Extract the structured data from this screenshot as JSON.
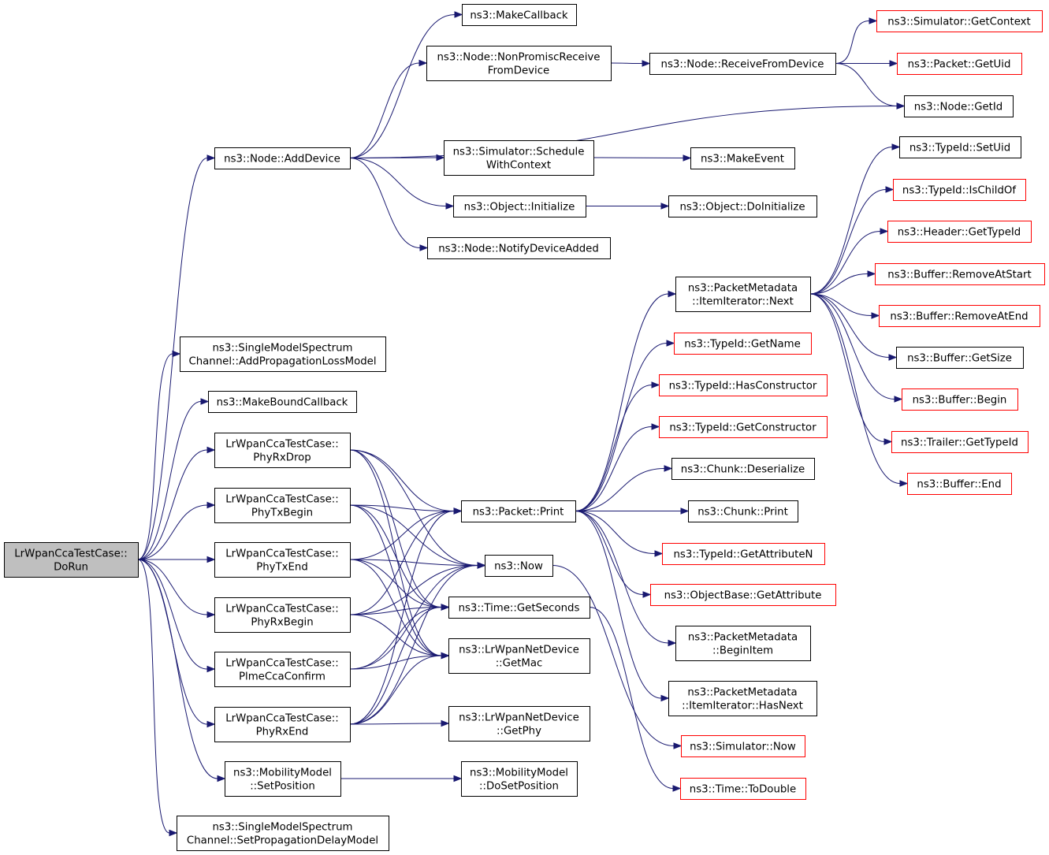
{
  "nodes": {
    "dorun": {
      "lines": [
        "LrWpanCcaTestCase::",
        "DoRun"
      ],
      "style": "root"
    },
    "adddevice": {
      "lines": [
        "ns3::Node::AddDevice"
      ],
      "style": "black"
    },
    "makecallback": {
      "lines": [
        "ns3::MakeCallback"
      ],
      "style": "black"
    },
    "nonpromisc": {
      "lines": [
        "ns3::Node::NonPromiscReceive",
        "FromDevice"
      ],
      "style": "black"
    },
    "receivefromdevice": {
      "lines": [
        "ns3::Node::ReceiveFromDevice"
      ],
      "style": "black"
    },
    "simgetcontext": {
      "lines": [
        "ns3::Simulator::GetContext"
      ],
      "style": "red"
    },
    "packetgetuid": {
      "lines": [
        "ns3::Packet::GetUid"
      ],
      "style": "red"
    },
    "nodegetid": {
      "lines": [
        "ns3::Node::GetId"
      ],
      "style": "black"
    },
    "schedwithctx": {
      "lines": [
        "ns3::Simulator::Schedule",
        "WithContext"
      ],
      "style": "black"
    },
    "makeevent": {
      "lines": [
        "ns3::MakeEvent"
      ],
      "style": "black"
    },
    "objinitialize": {
      "lines": [
        "ns3::Object::Initialize"
      ],
      "style": "black"
    },
    "objdoinitialize": {
      "lines": [
        "ns3::Object::DoInitialize"
      ],
      "style": "black"
    },
    "notifydeviceadded": {
      "lines": [
        "ns3::Node::NotifyDeviceAdded"
      ],
      "style": "black"
    },
    "addproploss": {
      "lines": [
        "ns3::SingleModelSpectrum",
        "Channel::AddPropagationLossModel"
      ],
      "style": "black"
    },
    "makeboundcallback": {
      "lines": [
        "ns3::MakeBoundCallback"
      ],
      "style": "black"
    },
    "phyrxdrop": {
      "lines": [
        "LrWpanCcaTestCase::",
        "PhyRxDrop"
      ],
      "style": "black"
    },
    "phytxbegin": {
      "lines": [
        "LrWpanCcaTestCase::",
        "PhyTxBegin"
      ],
      "style": "black"
    },
    "phytxend": {
      "lines": [
        "LrWpanCcaTestCase::",
        "PhyTxEnd"
      ],
      "style": "black"
    },
    "phyrxbegin": {
      "lines": [
        "LrWpanCcaTestCase::",
        "PhyRxBegin"
      ],
      "style": "black"
    },
    "plmecca": {
      "lines": [
        "LrWpanCcaTestCase::",
        "PlmeCcaConfirm"
      ],
      "style": "black"
    },
    "phyrxend": {
      "lines": [
        "LrWpanCcaTestCase::",
        "PhyRxEnd"
      ],
      "style": "black"
    },
    "setposition": {
      "lines": [
        "ns3::MobilityModel",
        "::SetPosition"
      ],
      "style": "black"
    },
    "setpropdelay": {
      "lines": [
        "ns3::SingleModelSpectrum",
        "Channel::SetPropagationDelayModel"
      ],
      "style": "black"
    },
    "packetprint": {
      "lines": [
        "ns3::Packet::Print"
      ],
      "style": "black"
    },
    "now": {
      "lines": [
        "ns3::Now"
      ],
      "style": "black"
    },
    "getseconds": {
      "lines": [
        "ns3::Time::GetSeconds"
      ],
      "style": "black"
    },
    "getmac": {
      "lines": [
        "ns3::LrWpanNetDevice",
        "::GetMac"
      ],
      "style": "black"
    },
    "getphy": {
      "lines": [
        "ns3::LrWpanNetDevice",
        "::GetPhy"
      ],
      "style": "black"
    },
    "dosetposition": {
      "lines": [
        "ns3::MobilityModel",
        "::DoSetPosition"
      ],
      "style": "black"
    },
    "pmnext": {
      "lines": [
        "ns3::PacketMetadata",
        "::ItemIterator::Next"
      ],
      "style": "black"
    },
    "typeidgetname": {
      "lines": [
        "ns3::TypeId::GetName"
      ],
      "style": "red"
    },
    "hasconstructor": {
      "lines": [
        "ns3::TypeId::HasConstructor"
      ],
      "style": "red"
    },
    "getconstructor": {
      "lines": [
        "ns3::TypeId::GetConstructor"
      ],
      "style": "red"
    },
    "chunkdeser": {
      "lines": [
        "ns3::Chunk::Deserialize"
      ],
      "style": "black"
    },
    "chunkprint": {
      "lines": [
        "ns3::Chunk::Print"
      ],
      "style": "black"
    },
    "getattrn": {
      "lines": [
        "ns3::TypeId::GetAttributeN"
      ],
      "style": "red"
    },
    "objbasegetattr": {
      "lines": [
        "ns3::ObjectBase::GetAttribute"
      ],
      "style": "red"
    },
    "pmbeginitem": {
      "lines": [
        "ns3::PacketMetadata",
        "::BeginItem"
      ],
      "style": "black"
    },
    "pmhasnext": {
      "lines": [
        "ns3::PacketMetadata",
        "::ItemIterator::HasNext"
      ],
      "style": "black"
    },
    "simnow": {
      "lines": [
        "ns3::Simulator::Now"
      ],
      "style": "red"
    },
    "todouble": {
      "lines": [
        "ns3::Time::ToDouble"
      ],
      "style": "red"
    },
    "setuid": {
      "lines": [
        "ns3::TypeId::SetUid"
      ],
      "style": "black"
    },
    "ischildof": {
      "lines": [
        "ns3::TypeId::IsChildOf"
      ],
      "style": "red"
    },
    "headergettypeid": {
      "lines": [
        "ns3::Header::GetTypeId"
      ],
      "style": "red"
    },
    "removeatstart": {
      "lines": [
        "ns3::Buffer::RemoveAtStart"
      ],
      "style": "red"
    },
    "removeatend": {
      "lines": [
        "ns3::Buffer::RemoveAtEnd"
      ],
      "style": "red"
    },
    "buffergetsize": {
      "lines": [
        "ns3::Buffer::GetSize"
      ],
      "style": "black"
    },
    "bufferbegin": {
      "lines": [
        "ns3::Buffer::Begin"
      ],
      "style": "red"
    },
    "trailergettypeid": {
      "lines": [
        "ns3::Trailer::GetTypeId"
      ],
      "style": "red"
    },
    "bufferend": {
      "lines": [
        "ns3::Buffer::End"
      ],
      "style": "red"
    }
  },
  "edges": [
    [
      "dorun",
      "adddevice"
    ],
    [
      "dorun",
      "addproploss"
    ],
    [
      "dorun",
      "makeboundcallback"
    ],
    [
      "dorun",
      "phyrxdrop"
    ],
    [
      "dorun",
      "phytxbegin"
    ],
    [
      "dorun",
      "phytxend"
    ],
    [
      "dorun",
      "phyrxbegin"
    ],
    [
      "dorun",
      "plmecca"
    ],
    [
      "dorun",
      "phyrxend"
    ],
    [
      "dorun",
      "setposition"
    ],
    [
      "dorun",
      "setpropdelay"
    ],
    [
      "adddevice",
      "makecallback"
    ],
    [
      "adddevice",
      "nonpromisc"
    ],
    [
      "adddevice",
      "nodegetid"
    ],
    [
      "adddevice",
      "schedwithctx"
    ],
    [
      "adddevice",
      "objinitialize"
    ],
    [
      "adddevice",
      "notifydeviceadded"
    ],
    [
      "nonpromisc",
      "receivefromdevice"
    ],
    [
      "receivefromdevice",
      "simgetcontext"
    ],
    [
      "receivefromdevice",
      "packetgetuid"
    ],
    [
      "receivefromdevice",
      "nodegetid"
    ],
    [
      "schedwithctx",
      "makeevent"
    ],
    [
      "objinitialize",
      "objdoinitialize"
    ],
    [
      "phyrxdrop",
      "packetprint"
    ],
    [
      "phyrxdrop",
      "now"
    ],
    [
      "phyrxdrop",
      "getseconds"
    ],
    [
      "phyrxdrop",
      "getmac"
    ],
    [
      "phytxbegin",
      "packetprint"
    ],
    [
      "phytxbegin",
      "now"
    ],
    [
      "phytxbegin",
      "getseconds"
    ],
    [
      "phytxbegin",
      "getmac"
    ],
    [
      "phytxend",
      "packetprint"
    ],
    [
      "phytxend",
      "now"
    ],
    [
      "phytxend",
      "getseconds"
    ],
    [
      "phytxend",
      "getmac"
    ],
    [
      "phyrxbegin",
      "packetprint"
    ],
    [
      "phyrxbegin",
      "now"
    ],
    [
      "phyrxbegin",
      "getseconds"
    ],
    [
      "phyrxbegin",
      "getmac"
    ],
    [
      "plmecca",
      "now"
    ],
    [
      "plmecca",
      "getseconds"
    ],
    [
      "plmecca",
      "getmac"
    ],
    [
      "phyrxend",
      "packetprint"
    ],
    [
      "phyrxend",
      "now"
    ],
    [
      "phyrxend",
      "getseconds"
    ],
    [
      "phyrxend",
      "getmac"
    ],
    [
      "phyrxend",
      "getphy"
    ],
    [
      "setposition",
      "dosetposition"
    ],
    [
      "packetprint",
      "pmnext"
    ],
    [
      "packetprint",
      "typeidgetname"
    ],
    [
      "packetprint",
      "hasconstructor"
    ],
    [
      "packetprint",
      "getconstructor"
    ],
    [
      "packetprint",
      "chunkdeser"
    ],
    [
      "packetprint",
      "chunkprint"
    ],
    [
      "packetprint",
      "getattrn"
    ],
    [
      "packetprint",
      "objbasegetattr"
    ],
    [
      "packetprint",
      "pmbeginitem"
    ],
    [
      "packetprint",
      "pmhasnext"
    ],
    [
      "now",
      "simnow"
    ],
    [
      "getseconds",
      "todouble"
    ],
    [
      "pmnext",
      "setuid"
    ],
    [
      "pmnext",
      "ischildof"
    ],
    [
      "pmnext",
      "headergettypeid"
    ],
    [
      "pmnext",
      "removeatstart"
    ],
    [
      "pmnext",
      "removeatend"
    ],
    [
      "pmnext",
      "buffergetsize"
    ],
    [
      "pmnext",
      "bufferbegin"
    ],
    [
      "pmnext",
      "trailergettypeid"
    ],
    [
      "pmnext",
      "bufferend"
    ]
  ]
}
